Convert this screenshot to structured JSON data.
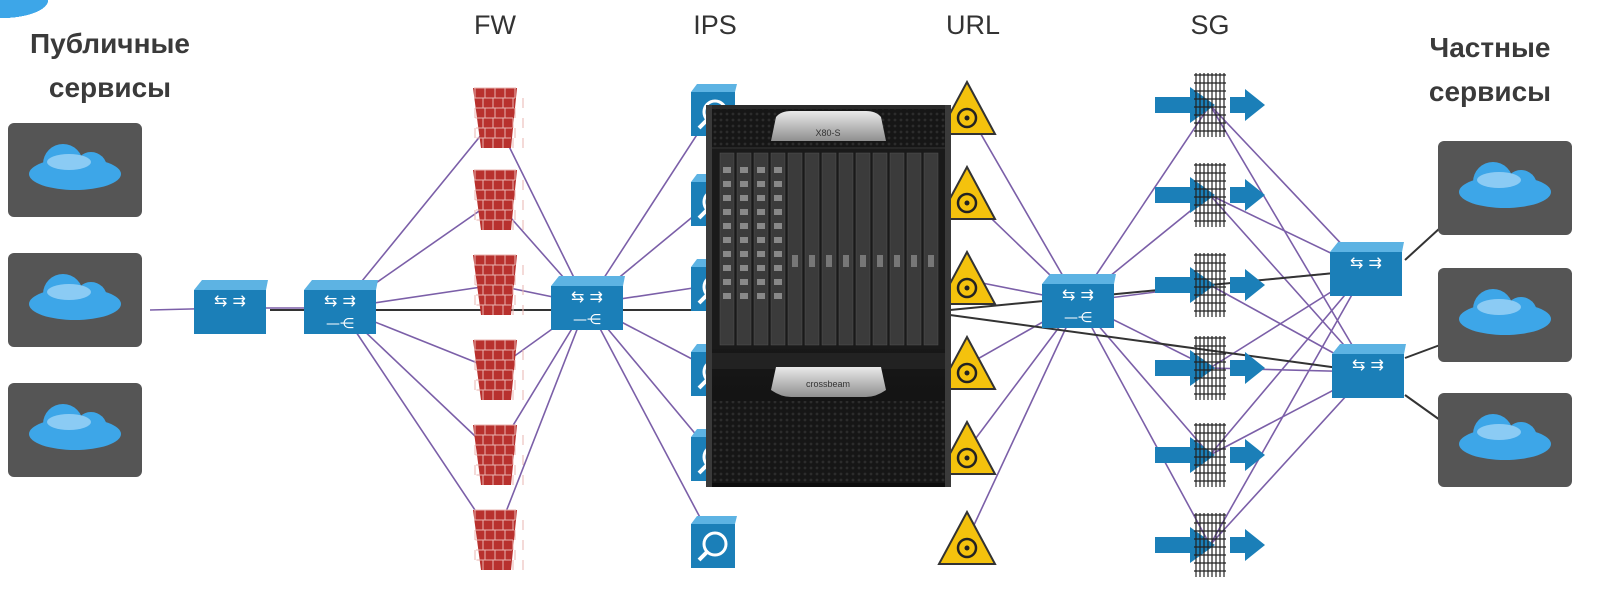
{
  "left_heading": [
    "Публичные",
    "сервисы"
  ],
  "right_heading": [
    "Частные",
    "сервисы"
  ],
  "columns": {
    "fw": "FW",
    "ips": "IPS",
    "url": "URL",
    "sg": "SG"
  },
  "chassis": {
    "model": "X80-S",
    "brand": "crossbeam"
  },
  "colors": {
    "link": "#7b5fa8",
    "trunk": "#333333",
    "switch": "#1b7fb8",
    "firewall": "#b8312e",
    "hazard": "#f4c20d",
    "cloud": "#3da6e8",
    "tile": "#555555"
  },
  "icons": {
    "cloud_tile": "cloud-icon",
    "switch": "switch-icon",
    "firewall": "firewall-icon",
    "ips": "ips-magnifier-icon",
    "url_filter": "biohazard-icon",
    "security_gateway": "gateway-arrow-icon"
  }
}
